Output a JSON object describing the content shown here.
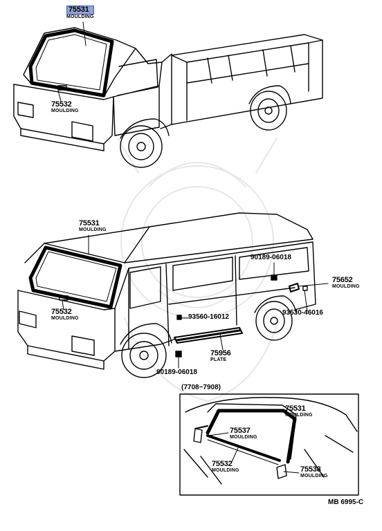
{
  "colors": {
    "line": "#000000",
    "highlight": "#8fa4d8",
    "highlight_border": "#4a5fa8",
    "watermark": "#e6e6e6"
  },
  "truck": {
    "windshield": {
      "part": "75531",
      "name": "MOULDING"
    },
    "lower": {
      "part": "75532",
      "name": "MOULDING"
    }
  },
  "van": {
    "windshield": {
      "part": "75531",
      "name": "MOULDING"
    },
    "lower": {
      "part": "75532",
      "name": "MOULDING"
    },
    "bolt_upper": {
      "part": "90189-06018"
    },
    "rear_moulding": {
      "part": "75652",
      "name": "MOULDING"
    },
    "clip_rear": {
      "part": "93530-46016"
    },
    "clip_door": {
      "part": "93560-16012"
    },
    "plate": {
      "part": "75956",
      "name": "PLATE"
    },
    "bolt_lower": {
      "part": "90189-06018"
    }
  },
  "inset": {
    "range": "(7708−7908)",
    "upper": {
      "part": "75531",
      "name": "MOULDING"
    },
    "side_left": {
      "part": "75537",
      "name": "MOULDING"
    },
    "lower": {
      "part": "75532",
      "name": "MOULDING"
    },
    "side_right": {
      "part": "75538",
      "name": "MOULDING"
    }
  },
  "footer": {
    "code": "MB 6995-C"
  }
}
